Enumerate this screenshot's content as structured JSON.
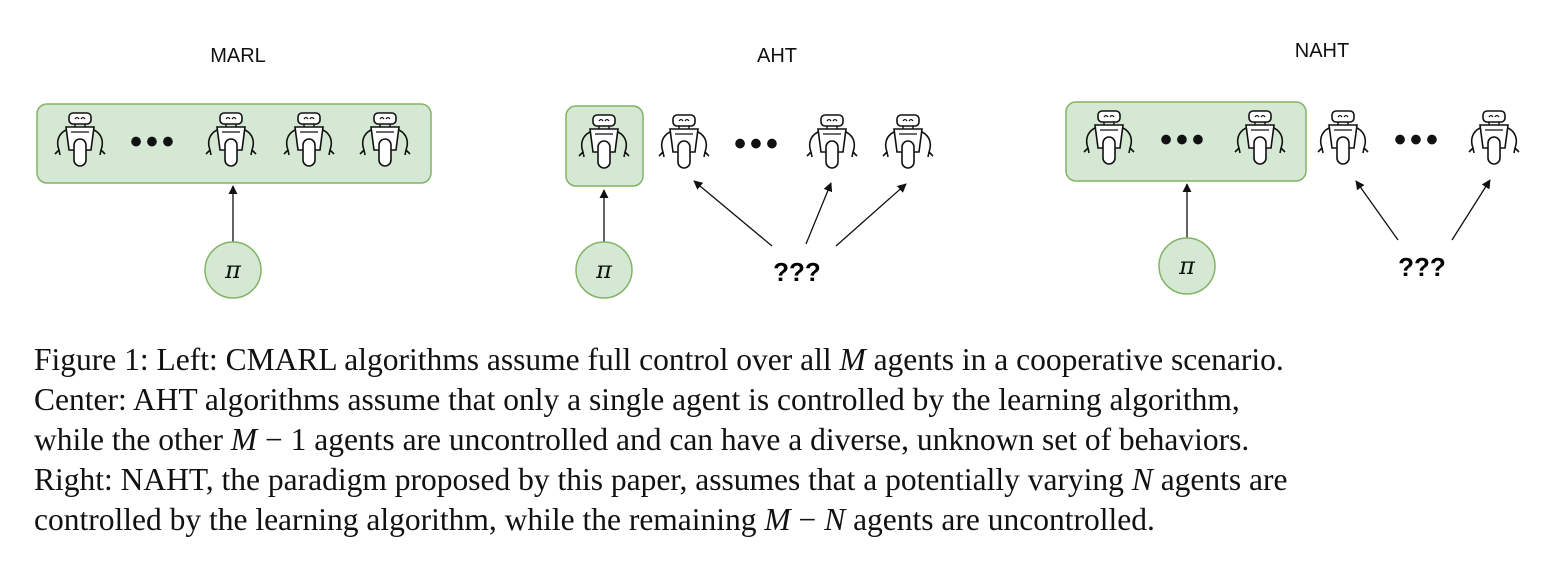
{
  "panels": {
    "marl": {
      "title": "MARL",
      "dots": "•••",
      "policy": "π"
    },
    "aht": {
      "title": "AHT",
      "dots": "•••",
      "policy": "π",
      "unknown": "???"
    },
    "naht": {
      "title": "NAHT",
      "dots_controlled": "•••",
      "dots_uncontrolled": "•••",
      "policy": "π",
      "unknown": "???"
    }
  },
  "caption": {
    "line1": [
      {
        "t": "Figure 1: Left: CMARL algorithms assume full control over all "
      },
      {
        "t": "M",
        "math": true
      },
      {
        "t": " agents in a cooperative scenario."
      }
    ],
    "line2": [
      {
        "t": "Center: AHT algorithms assume that only a single agent is controlled by the learning algorithm,"
      }
    ],
    "line3": [
      {
        "t": "while the other "
      },
      {
        "t": "M",
        "math": true
      },
      {
        "t": " − 1 agents are uncontrolled and can have a diverse, unknown set of behaviors."
      }
    ],
    "line4": [
      {
        "t": "Right: NAHT, the paradigm proposed by this paper, assumes that a potentially varying "
      },
      {
        "t": "N",
        "math": true
      },
      {
        "t": " agents are"
      }
    ],
    "line5": [
      {
        "t": "controlled by the learning algorithm, while the remaining "
      },
      {
        "t": "M",
        "math": true
      },
      {
        "t": " − "
      },
      {
        "t": "N",
        "math": true
      },
      {
        "t": " agents are uncontrolled."
      }
    ]
  },
  "colors": {
    "controlled_fill": "#d5e8d4",
    "controlled_stroke": "#82b366",
    "ink": "#111111"
  }
}
